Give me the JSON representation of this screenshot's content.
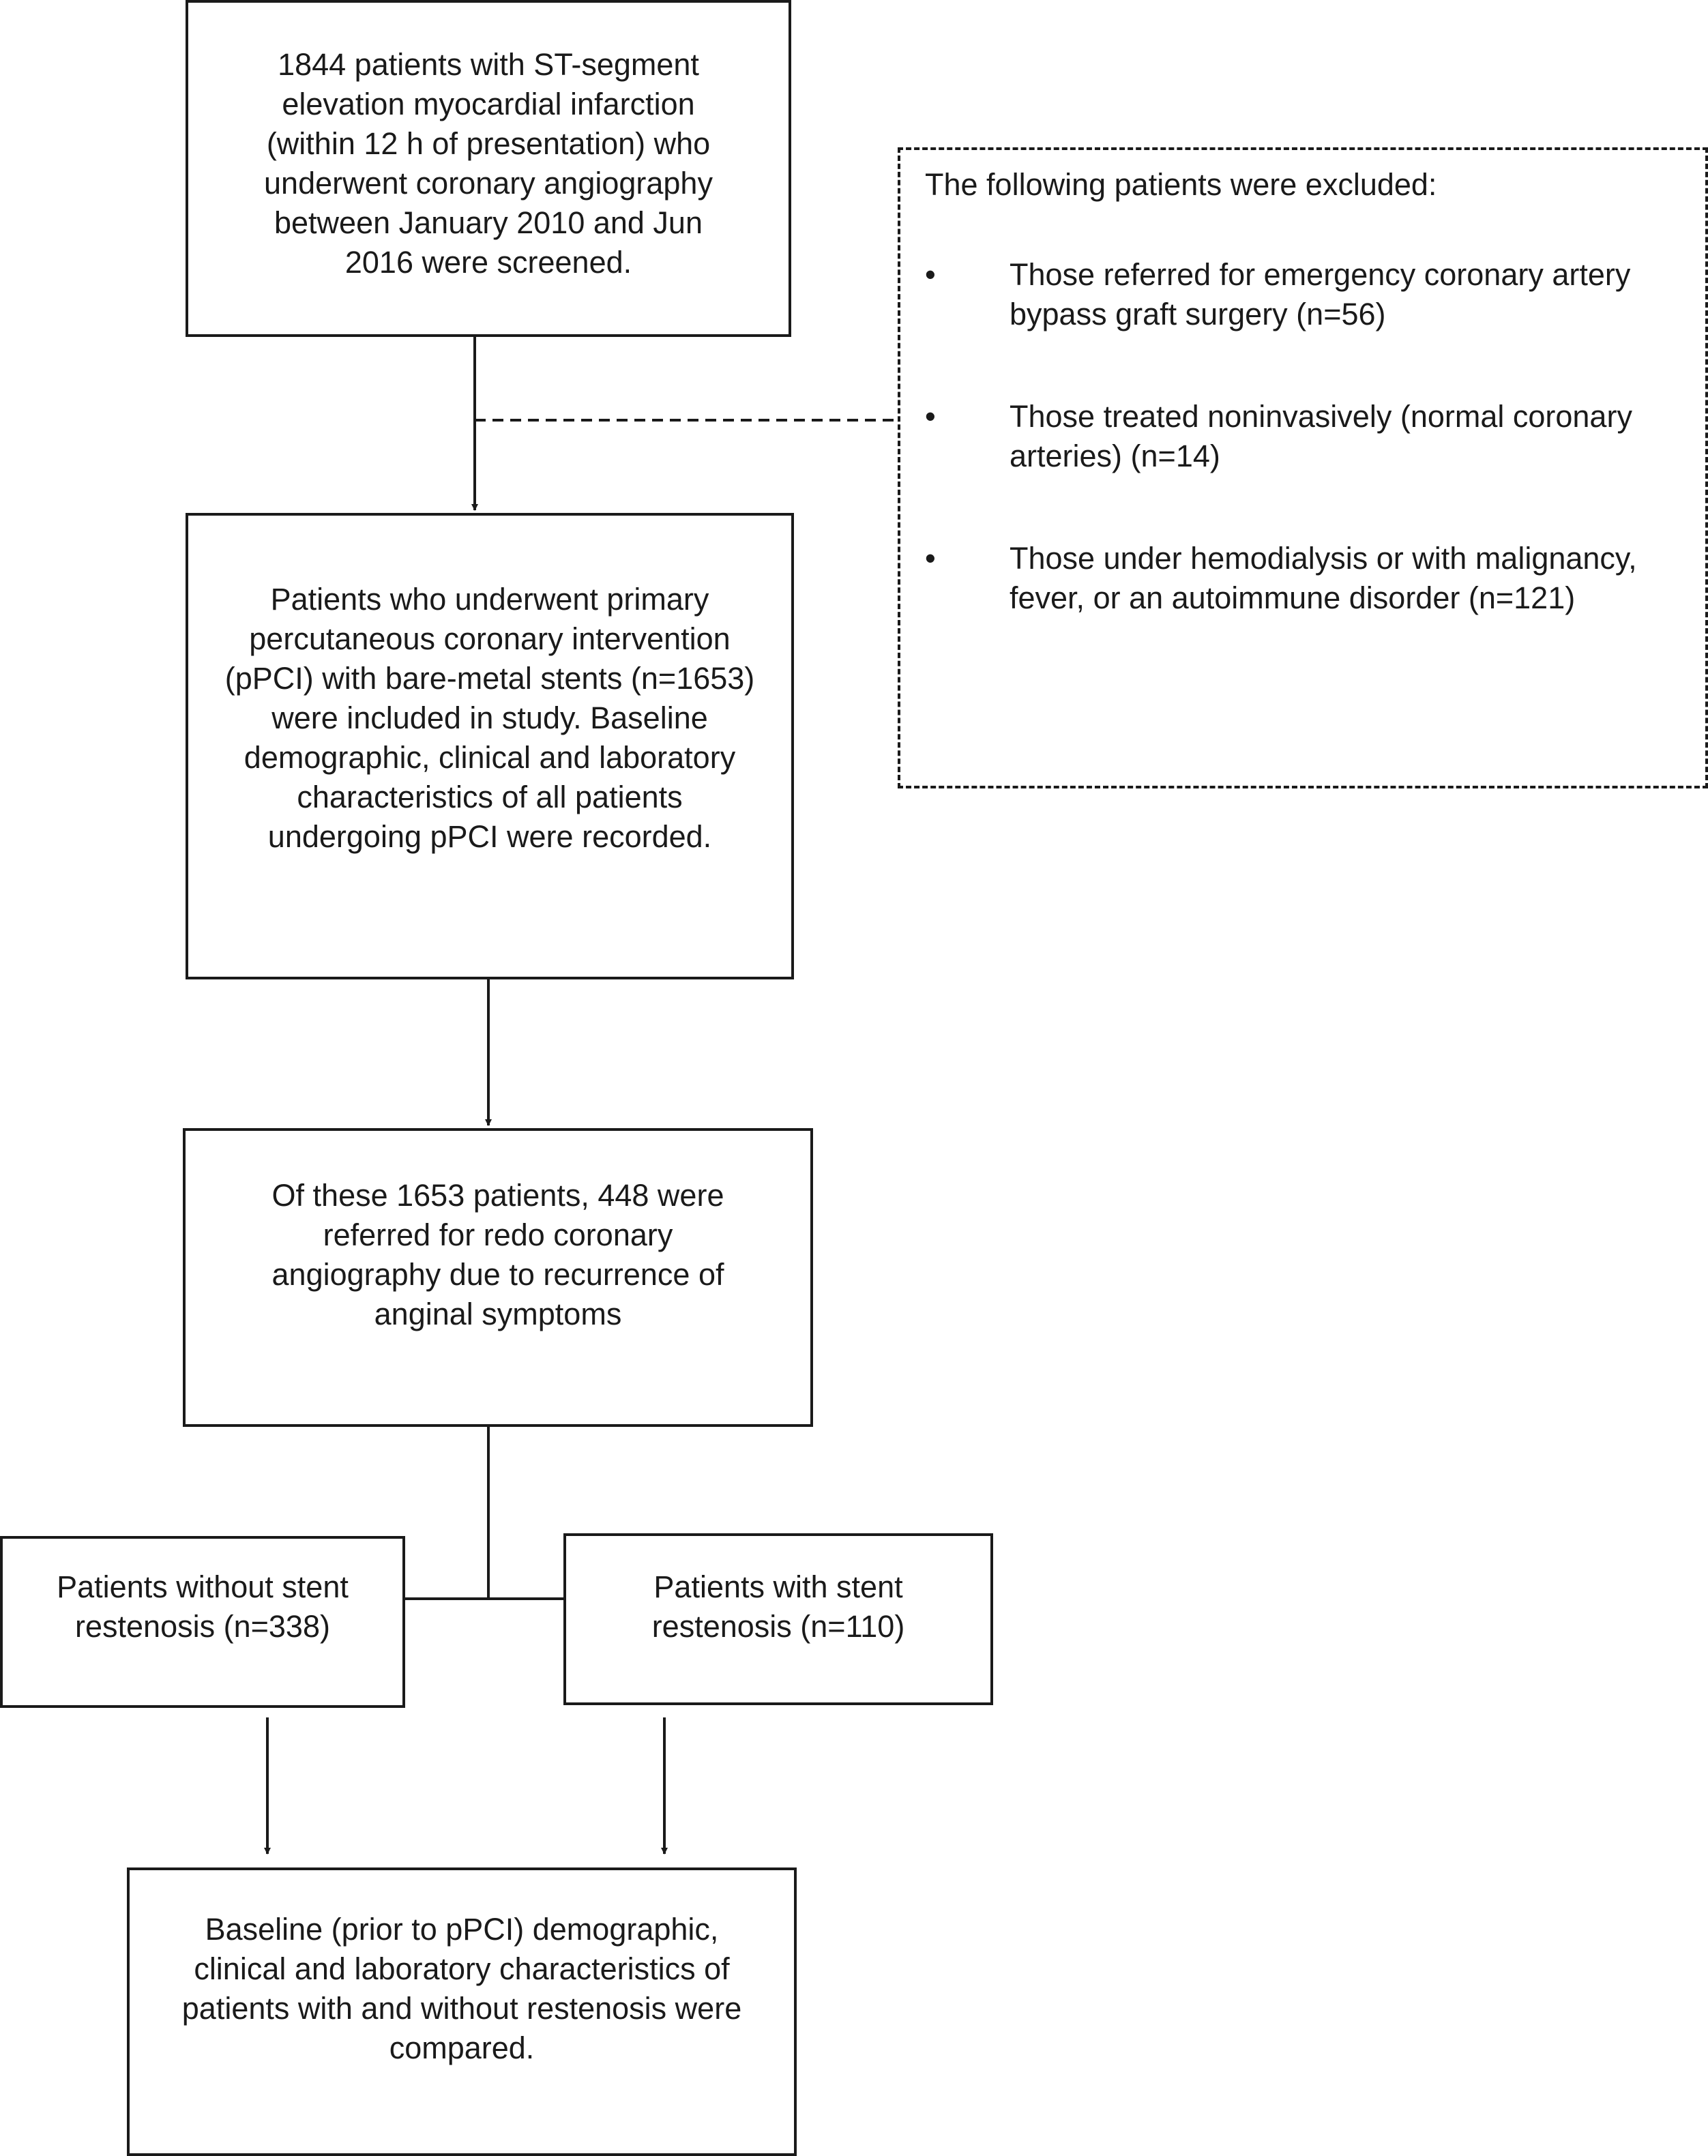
{
  "screening": {
    "text": "1844 patients with ST-segment elevation myocardial infarction (within 12 h of presentation) who underwent coronary angiography between January 2010 and Jun 2016 were screened."
  },
  "exclusion": {
    "heading": "The following patients were excluded:",
    "bullet": "•",
    "items": [
      "Those referred for emergency coronary artery bypass graft surgery (n=56)",
      "Those treated noninvasively (normal coronary arteries) (n=14)",
      "Those under hemodialysis or with malignancy, fever, or an autoimmune disorder (n=121)"
    ]
  },
  "included": {
    "text": "Patients who underwent primary percutaneous coronary intervention (pPCI) with bare-metal stents (n=1653) were included in study. Baseline demographic, clinical and laboratory characteristics of all patients undergoing pPCI were recorded."
  },
  "redo": {
    "text": "Of these 1653 patients, 448 were referred for redo coronary angiography due to recurrence of anginal symptoms"
  },
  "without_restenosis": {
    "text": "Patients without stent restenosis (n=338)"
  },
  "with_restenosis": {
    "text": "Patients with stent restenosis (n=110)"
  },
  "comparison": {
    "text": "Baseline (prior to pPCI) demographic, clinical and laboratory characteristics of patients with and without restenosis were compared."
  },
  "colors": {
    "line": "#1a1a1a",
    "background": "#ffffff"
  }
}
